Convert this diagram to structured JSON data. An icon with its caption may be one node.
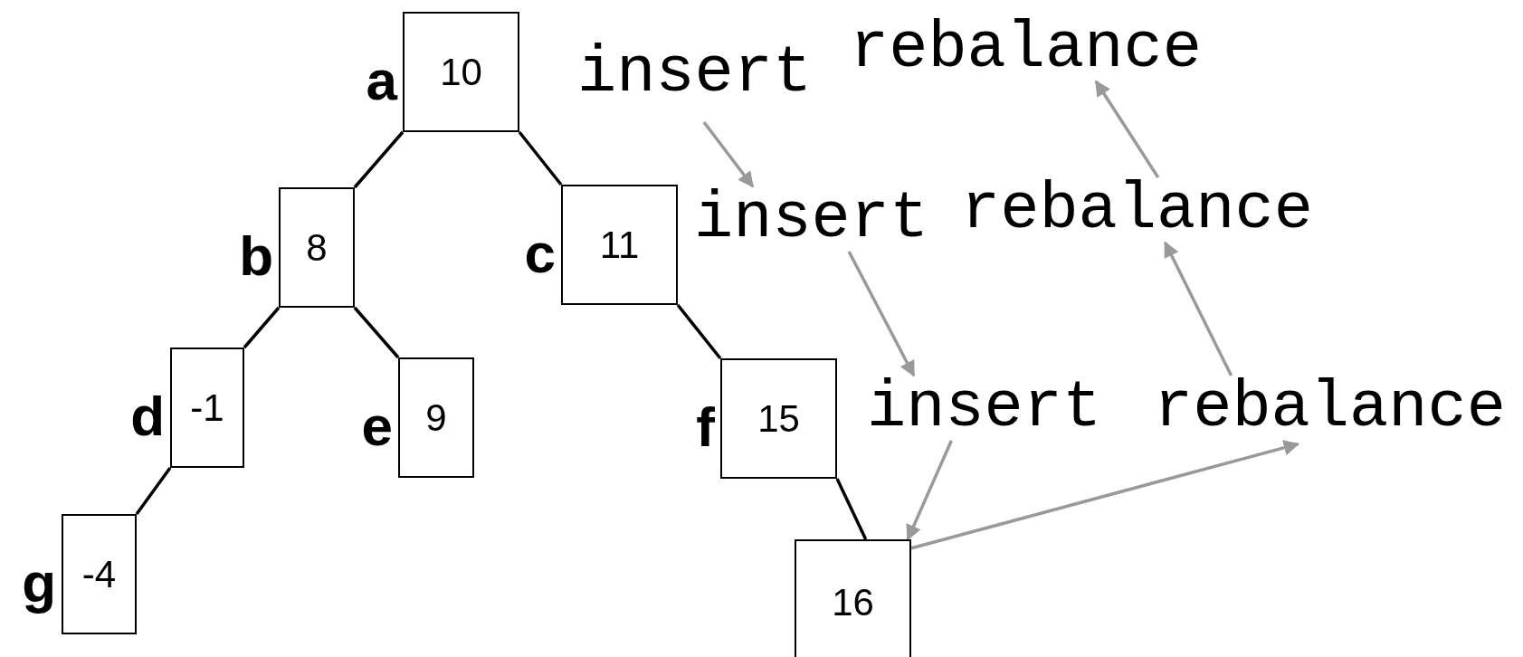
{
  "diagram": {
    "nodes": [
      {
        "text": [
          "10"
        ],
        "beside": [
          "a"
        ]
      },
      {
        "text": [
          "8"
        ],
        "beside": [
          "b"
        ]
      },
      {
        "text": [
          "11"
        ],
        "beside": [
          "c"
        ]
      },
      {
        "text": [
          "-1"
        ],
        "beside": [
          "d"
        ]
      },
      {
        "text": [
          "9"
        ],
        "beside": [
          "e"
        ]
      },
      {
        "text": [
          "15"
        ],
        "beside": [
          "f"
        ]
      },
      {
        "text": [
          "-4"
        ],
        "beside": [
          "g"
        ]
      },
      {
        "text": [
          "16"
        ]
      },
      {
        "text": [
          "insert"
        ]
      },
      {
        "text": [
          "rebalance"
        ]
      },
      {
        "text": [
          "insert"
        ]
      },
      {
        "text": [
          "rebalance"
        ]
      },
      {
        "text": [
          "insert"
        ]
      },
      {
        "text": [
          "rebalance"
        ]
      }
    ],
    "edges": [
      {
        "from": 0,
        "to": 1,
        "arrow": "none"
      },
      {
        "from": 0,
        "to": 2,
        "arrow": "none"
      },
      {
        "from": 1,
        "to": 3,
        "arrow": "none"
      },
      {
        "from": 1,
        "to": 4,
        "arrow": "none"
      },
      {
        "from": 2,
        "to": 5,
        "arrow": "none"
      },
      {
        "from": 3,
        "to": 6,
        "arrow": "none"
      },
      {
        "from": 5,
        "to": 7,
        "arrow": "none"
      },
      {
        "from": 8,
        "to": 10,
        "arrow": "to",
        "color": "#999999"
      },
      {
        "from": 10,
        "to": 12,
        "arrow": "to",
        "color": "#999999"
      },
      {
        "from": 12,
        "to": 7,
        "arrow": "to",
        "color": "#999999"
      },
      {
        "from": 7,
        "to": 13,
        "arrow": "to",
        "color": "#999999"
      },
      {
        "from": 13,
        "to": 11,
        "arrow": "to",
        "color": "#999999"
      },
      {
        "from": 11,
        "to": 9,
        "arrow": "to",
        "color": "#999999"
      }
    ]
  }
}
